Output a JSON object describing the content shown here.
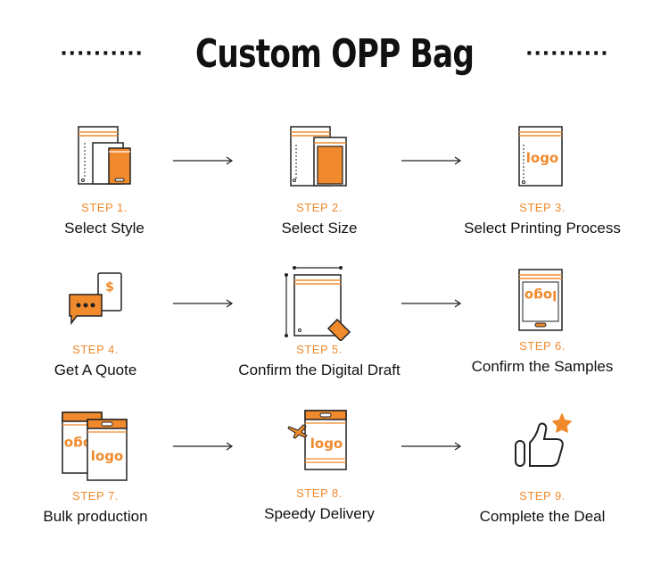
{
  "header": {
    "title": "Custom OPP Bag",
    "dots_left": "··········",
    "dots_right": "··········"
  },
  "colors": {
    "accent": "#f08a2c",
    "ink": "#1a1a1a"
  },
  "steps": [
    {
      "no": "STEP 1.",
      "label": "Select Style",
      "icon": "bags-stack-icon"
    },
    {
      "no": "STEP 2.",
      "label": "Select Size",
      "icon": "bag-size-icon"
    },
    {
      "no": "STEP 3.",
      "label": "Select Printing Process",
      "icon": "logo-bag-icon"
    },
    {
      "no": "STEP 4.",
      "label": "Get A Quote",
      "icon": "chat-quote-icon"
    },
    {
      "no": "STEP 5.",
      "label": "Confirm the Digital Draft",
      "icon": "draft-pen-icon"
    },
    {
      "no": "STEP 6.",
      "label": "Confirm the Samples",
      "icon": "sample-bag-icon"
    },
    {
      "no": "STEP 7.",
      "label": "Bulk production",
      "icon": "bulk-bags-icon"
    },
    {
      "no": "STEP 8.",
      "label": "Speedy Delivery",
      "icon": "delivery-plane-icon"
    },
    {
      "no": "STEP 9.",
      "label": "Complete the Deal",
      "icon": "thumbs-up-icon"
    }
  ],
  "logo_text": "logo"
}
